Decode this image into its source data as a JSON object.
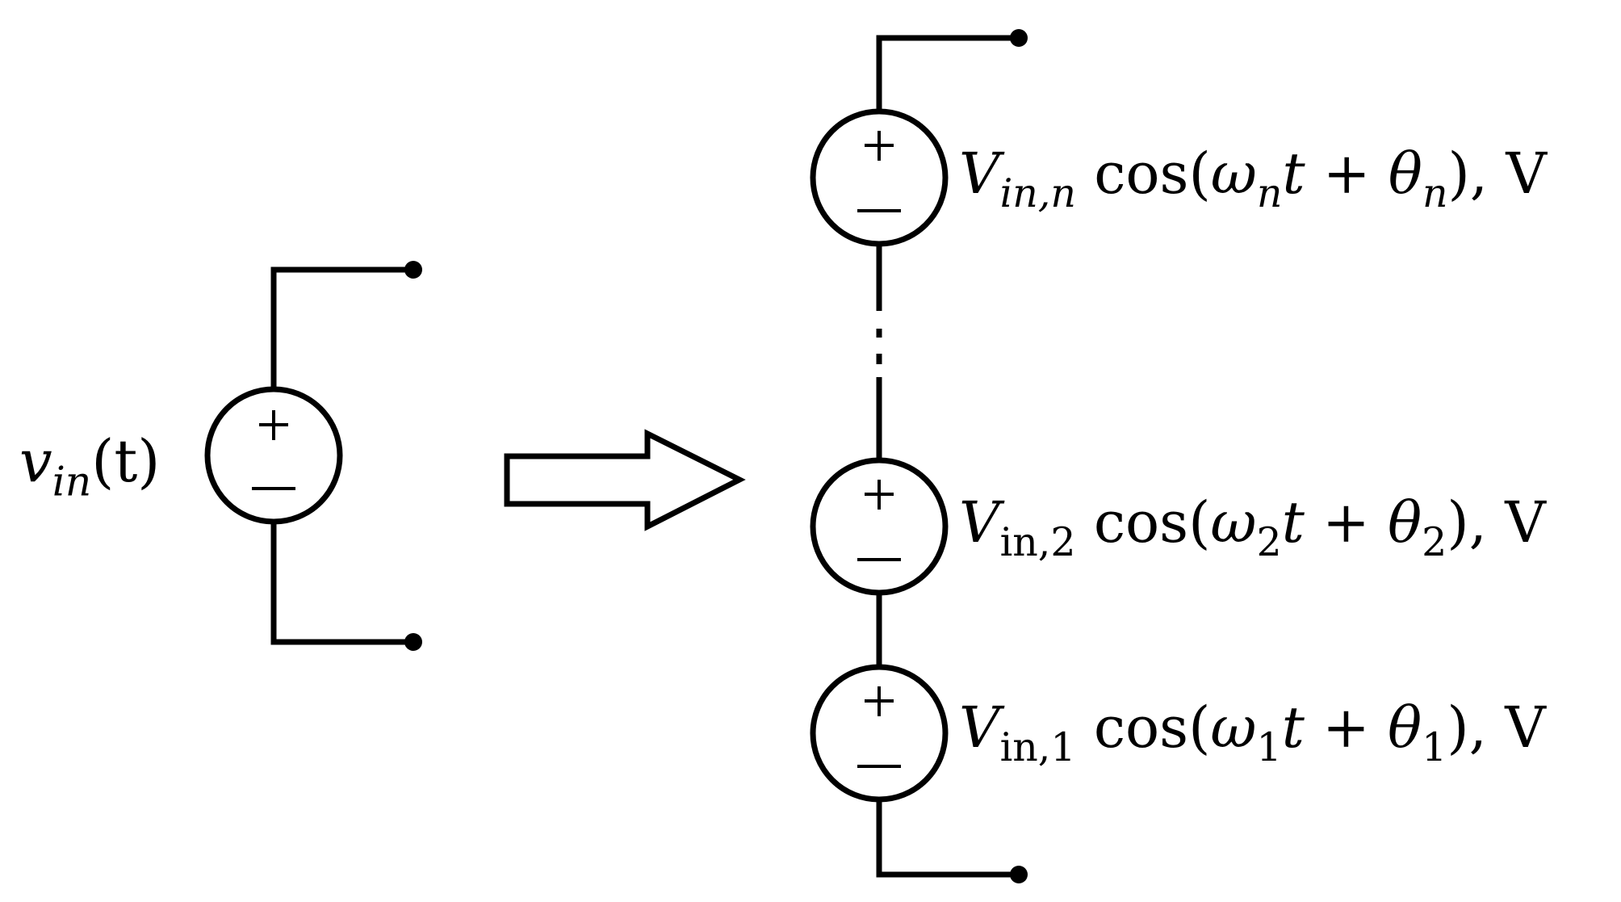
{
  "left_source": {
    "symbol": "v",
    "subscript": "in",
    "argument": "(t)"
  },
  "series_sources": [
    {
      "id": "n",
      "amplitude_symbol": "V",
      "amplitude_subscript": "in,n",
      "func": "cos",
      "open": "(",
      "omega": "ω",
      "omega_sub": "n",
      "t_term": "t",
      "plus": "+",
      "theta": "θ",
      "theta_sub": "n",
      "close": "),",
      "unit": "V"
    },
    {
      "id": "2",
      "amplitude_symbol": "V",
      "amplitude_subscript": "in,2",
      "func": "cos",
      "open": "(",
      "omega": "ω",
      "omega_sub": "2",
      "t_term": "t",
      "plus": "+",
      "theta": "θ",
      "theta_sub": "2",
      "close": "),",
      "unit": "V"
    },
    {
      "id": "1",
      "amplitude_symbol": "V",
      "amplitude_subscript": "in,1",
      "func": "cos",
      "open": "(",
      "omega": "ω",
      "omega_sub": "1",
      "t_term": "t",
      "plus": "+",
      "theta": "θ",
      "theta_sub": "1",
      "close": "),",
      "unit": "V"
    }
  ],
  "source_polarity": {
    "plus": "+",
    "minus": "−"
  }
}
